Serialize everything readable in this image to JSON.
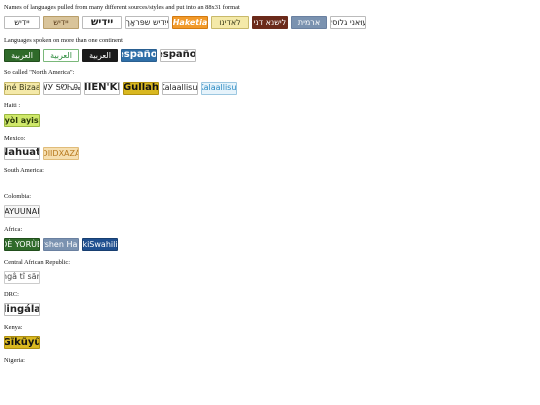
{
  "intro": "Names of languages pulled from many different sources/styles and put into an 88x31 format",
  "buttons_top": [
    "יידיש",
    "יידיש",
    "יידיש",
    "ייִדיש שפּראַך",
    "Haketia",
    "לאדינו",
    "לישנא דני",
    "ארמית",
    "יעוּאני גלוסא"
  ],
  "heading_multi": "Languages spoken on more than one continent",
  "buttons_multi": [
    "العربية",
    "العربية",
    "العربية",
    "español",
    "español"
  ],
  "heading_na": "So called \"North America\":",
  "buttons_na": [
    "Diné Bizaad",
    "ᏣᎳᎩ ᎦᏬᏂᎯᏍᏗ",
    "KANIEN'KÉHA",
    "Gullah",
    "Kalaallisut",
    "Kalaallisut"
  ],
  "heading_haiti": "Haiti :",
  "buttons_haiti": [
    "Kreyòl ayisyen"
  ],
  "heading_mexico": "Mexico:",
  "buttons_mexico": [
    "Nahuatl",
    "DIIDXAZÁ"
  ],
  "heading_sa": "South America:",
  "heading_colombia": "Colombia:",
  "buttons_colombia": [
    "WAYUUNAIKI"
  ],
  "heading_africa": "Africa:",
  "buttons_africa": [
    "ÈDÈ YORÙBÁ",
    "Harshen Hausa",
    "kiSwahili"
  ],
  "heading_car": "Central African Republic:",
  "buttons_car": [
    "yângâ tî sängö"
  ],
  "heading_drc": "DRC:",
  "buttons_drc": [
    "lingála"
  ],
  "heading_kenya": "Kenya:",
  "buttons_kenya": [
    "Gĩkũyũ"
  ],
  "heading_nigeria": "Nigeria:"
}
